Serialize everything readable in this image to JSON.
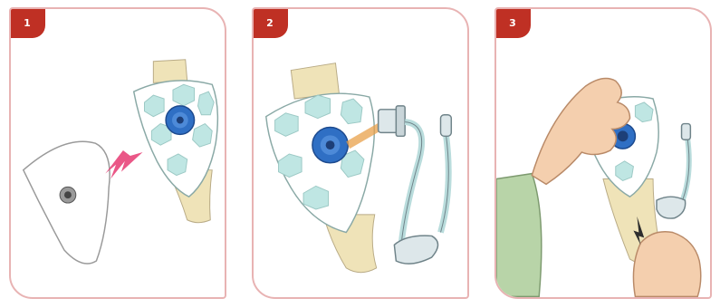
{
  "steps": [
    {
      "number": "1"
    },
    {
      "number": "2"
    },
    {
      "number": "3"
    }
  ],
  "colors": {
    "step_tab": "#bf3024",
    "panel_border": "#e8b3b3",
    "hexagon_fill": "#bfe6e3",
    "ostomy_port": "#2f6fc4",
    "arrow": "#e8457a",
    "skin": "#f4cfae",
    "sleeve": "#b8d4a8",
    "bag_tail": "#efe3b8"
  },
  "icons": [
    "direction-arrow-icon",
    "connector-icon",
    "drain-arrow-icon"
  ]
}
